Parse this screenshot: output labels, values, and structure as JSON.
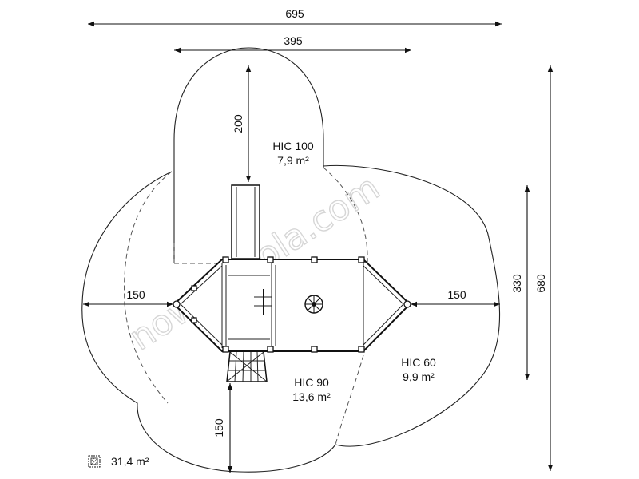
{
  "dimensions": {
    "overall_width": "695",
    "top_zone_width": "395",
    "top_zone_depth": "200",
    "overall_height": "680",
    "right_zone_height": "330",
    "left_clearance": "150",
    "right_clearance": "150",
    "bottom_clearance": "150"
  },
  "zones": {
    "hic100": {
      "label": "HIC 100",
      "area": "7,9 m²"
    },
    "hic90": {
      "label": "HIC 90",
      "area": "13,6 m²"
    },
    "hic60": {
      "label": "HIC 60",
      "area": "9,9 m²"
    }
  },
  "legend": {
    "total_area": "31,4 m²",
    "icon": "hatched-area-icon"
  },
  "watermark": "nowaszkola.com"
}
